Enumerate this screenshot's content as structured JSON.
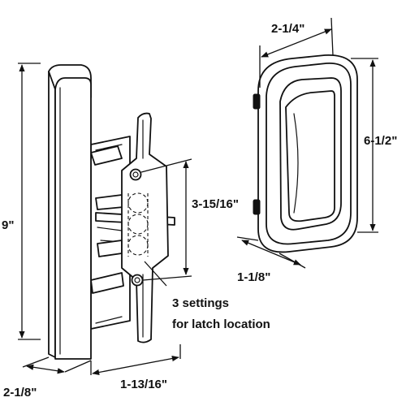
{
  "colors": {
    "ink": "#111111",
    "background": "#ffffff"
  },
  "labels": {
    "handle_height": "9\"",
    "handle_width": "2-1/8\"",
    "handle_depth": "1-13/16\"",
    "hole_spacing": "3-15/16\"",
    "settings_line1": "3 settings",
    "settings_line2": "for latch location",
    "pull_width": "2-1/4\"",
    "pull_height": "6-1/2\"",
    "pull_depth": "1-1/8\""
  }
}
